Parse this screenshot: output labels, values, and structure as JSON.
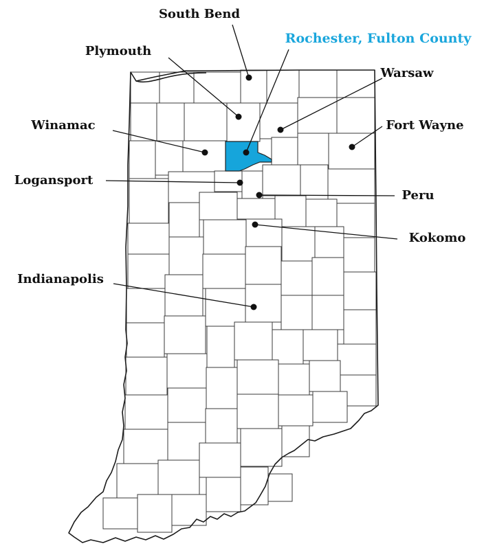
{
  "colors": {
    "highlight": "#16A5DB",
    "highlight_label": "#1AA6DC",
    "county_fill": "#FFFFFF",
    "county_stroke": "#3A3A3A",
    "text": "#111111"
  },
  "highlight_county": "Fulton County",
  "cities": [
    {
      "id": "south-bend",
      "label": "South Bend",
      "highlight": false
    },
    {
      "id": "rochester",
      "label": "Rochester, Fulton County",
      "highlight": true
    },
    {
      "id": "plymouth",
      "label": "Plymouth",
      "highlight": false
    },
    {
      "id": "warsaw",
      "label": "Warsaw",
      "highlight": false
    },
    {
      "id": "winamac",
      "label": "Winamac",
      "highlight": false
    },
    {
      "id": "fort-wayne",
      "label": "Fort Wayne",
      "highlight": false
    },
    {
      "id": "logansport",
      "label": "Logansport",
      "highlight": false
    },
    {
      "id": "peru",
      "label": "Peru",
      "highlight": false
    },
    {
      "id": "kokomo",
      "label": "Kokomo",
      "highlight": false
    },
    {
      "id": "indianapolis",
      "label": "Indianapolis",
      "highlight": false
    }
  ]
}
